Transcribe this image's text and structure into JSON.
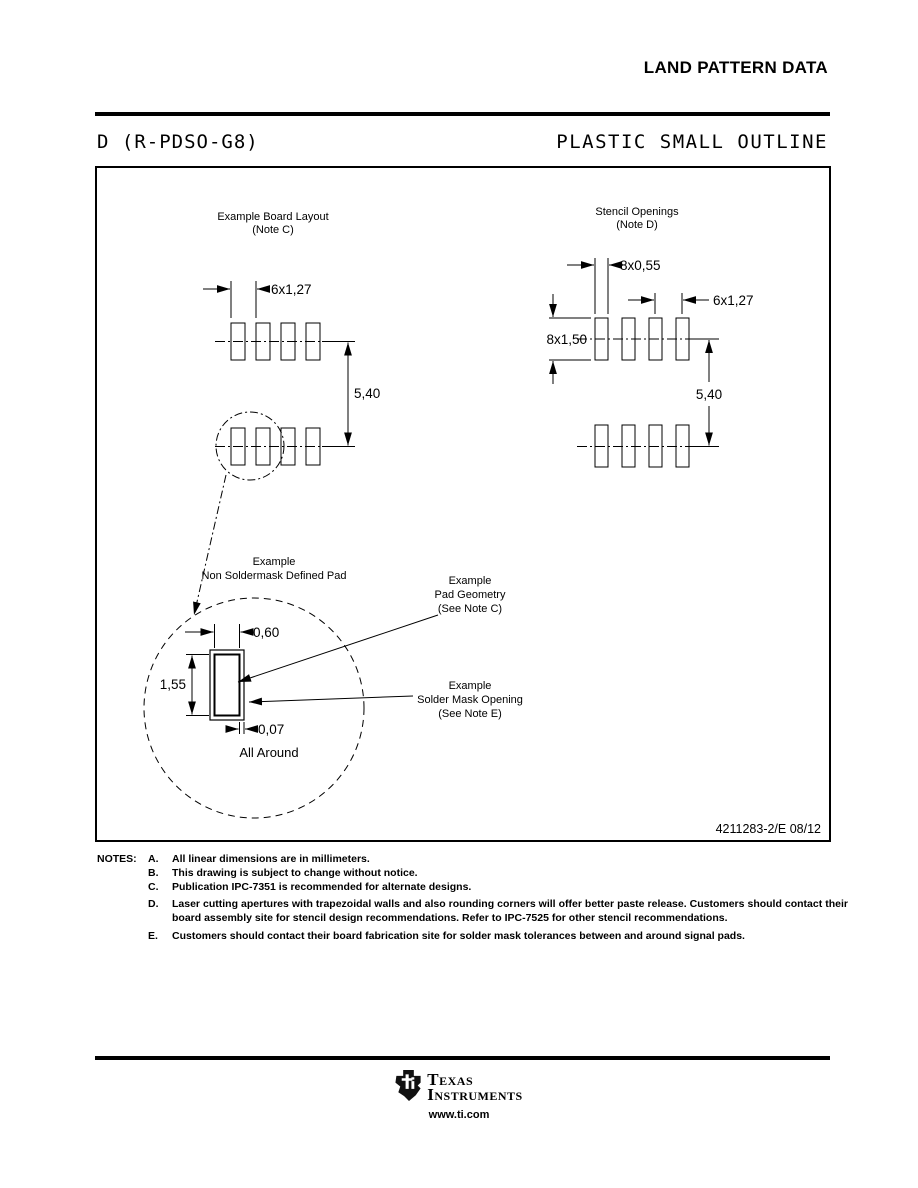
{
  "header": {
    "title": "LAND PATTERN DATA"
  },
  "subheader": {
    "package_code": "D (R-PDSO-G8)",
    "package_type": "PLASTIC SMALL OUTLINE"
  },
  "drawing": {
    "board_layout": {
      "title": "Example Board Layout",
      "note_ref": "(Note C)",
      "pitch_dim": "6x1,27",
      "row_spacing_dim": "5,40"
    },
    "stencil": {
      "title": "Stencil Openings",
      "note_ref": "(Note D)",
      "opening_width_dim": "8x0,55",
      "pitch_dim": "6x1,27",
      "opening_height_dim": "8x1,50",
      "row_spacing_dim": "5,40"
    },
    "detail": {
      "title_line1": "Example",
      "title_line2": "Non Soldermask Defined Pad",
      "pad_width_dim": "0,60",
      "pad_height_dim": "1,55",
      "mask_clearance_dim": "0,07",
      "clearance_note": "All Around",
      "pad_label": {
        "line1": "Example",
        "line2": "Pad Geometry",
        "line3": "(See Note C)"
      },
      "mask_label": {
        "line1": "Example",
        "line2": "Solder Mask Opening",
        "line3": "(See Note E)"
      }
    },
    "doc_number": "4211283-2/E  08/12"
  },
  "notes": {
    "label": "NOTES:",
    "items": [
      {
        "letter": "A.",
        "text": "All linear dimensions are in millimeters."
      },
      {
        "letter": "B.",
        "text": "This drawing is subject to change without notice."
      },
      {
        "letter": "C.",
        "text": "Publication IPC-7351 is recommended for alternate designs."
      },
      {
        "letter": "D.",
        "text": "Laser cutting apertures with trapezoidal walls and also rounding corners will offer better paste release.  Customers should contact their board assembly site for stencil design recommendations. Refer to IPC-7525 for other stencil recommendations."
      },
      {
        "letter": "E.",
        "text": "Customers should contact their board fabrication site for solder mask tolerances between and around signal pads."
      }
    ]
  },
  "footer": {
    "brand_top": "Texas",
    "brand_bottom": "Instruments",
    "url": "www.ti.com"
  }
}
